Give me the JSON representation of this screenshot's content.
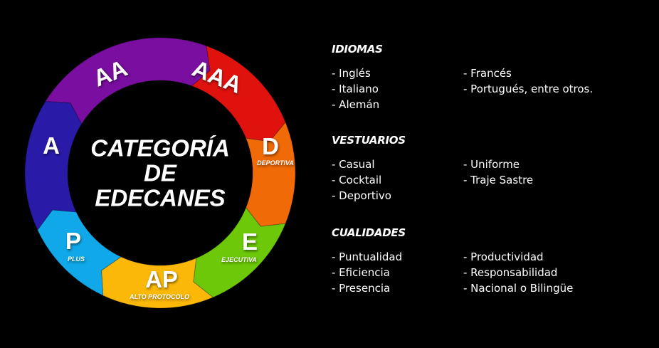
{
  "diagram": {
    "title_lines": [
      "CATEGORÍA",
      "DE",
      "EDECANES"
    ],
    "segments": [
      {
        "code": "A",
        "subtitle": "",
        "color": "#2a1aa8"
      },
      {
        "code": "AA",
        "subtitle": "",
        "color": "#7a0ea0"
      },
      {
        "code": "AAA",
        "subtitle": "",
        "color": "#e0120e"
      },
      {
        "code": "D",
        "subtitle": "DEPORTIVA",
        "color": "#f06a08"
      },
      {
        "code": "E",
        "subtitle": "EJECUTIVA",
        "color": "#6cc808"
      },
      {
        "code": "AP",
        "subtitle": "ALTO PROTOCOLO",
        "color": "#fbb808"
      },
      {
        "code": "P",
        "subtitle": "PLUS",
        "color": "#10a8e8"
      }
    ]
  },
  "sections": [
    {
      "heading": "IDIOMAS",
      "col1": [
        "- Inglés",
        "- Italiano",
        "- Alemán"
      ],
      "col2": [
        "- Francés",
        "- Portugués, entre otros."
      ]
    },
    {
      "heading": "VESTUARIOS",
      "col1": [
        "- Casual",
        "- Cocktail",
        "- Deportivo"
      ],
      "col2": [
        "- Uniforme",
        "- Traje Sastre"
      ]
    },
    {
      "heading": "CUALIDADES",
      "col1": [
        "- Puntualidad",
        "- Eficiencia",
        "- Presencia"
      ],
      "col2": [
        "- Productividad",
        "- Responsabilidad",
        "- Nacional o Bilingüe"
      ]
    }
  ]
}
